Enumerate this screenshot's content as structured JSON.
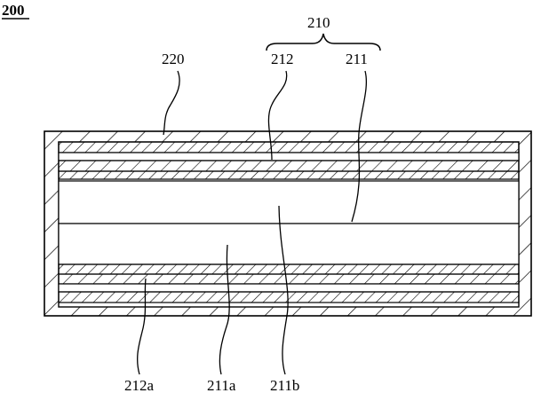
{
  "figure": {
    "number": "200",
    "labels": {
      "l210": "210",
      "l220": "220",
      "l212": "212",
      "l211": "211",
      "l212a": "212a",
      "l211a": "211a",
      "l211b": "211b"
    }
  },
  "colors": {
    "ink": "#000000",
    "background": "#ffffff"
  }
}
